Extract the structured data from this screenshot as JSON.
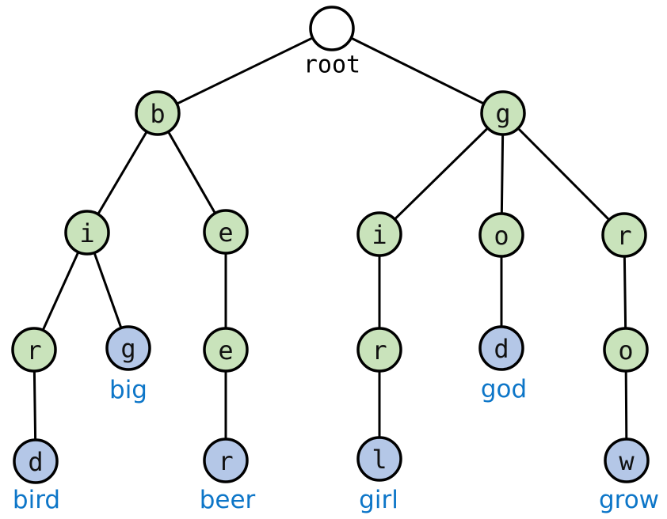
{
  "diagram": {
    "kind": "trie-prefix-tree",
    "words_depicted": [
      "big",
      "bird",
      "beer",
      "girl",
      "god",
      "grow"
    ],
    "structure": {
      "edges": [
        [
          "root",
          "b"
        ],
        [
          "root",
          "g"
        ],
        [
          "b",
          "b_i"
        ],
        [
          "b",
          "b_e"
        ],
        [
          "b_i",
          "b_i_r"
        ],
        [
          "b_i",
          "b_i_g"
        ],
        [
          "b_e",
          "b_e_e"
        ],
        [
          "b_i_r",
          "b_i_r_d"
        ],
        [
          "b_e_e",
          "b_e_e_r"
        ],
        [
          "g",
          "g_i"
        ],
        [
          "g",
          "g_o"
        ],
        [
          "g",
          "g_r"
        ],
        [
          "g_i",
          "g_i_r"
        ],
        [
          "g_o",
          "g_o_d"
        ],
        [
          "g_r",
          "g_r_o"
        ],
        [
          "g_i_r",
          "g_i_r_l"
        ],
        [
          "g_r_o",
          "g_r_o_w"
        ]
      ]
    }
  },
  "root_caption": "root",
  "nodes": {
    "b": "b",
    "g": "g",
    "b_i": "i",
    "b_e": "e",
    "g_i": "i",
    "g_o": "o",
    "g_r": "r",
    "b_i_r": "r",
    "b_i_g": "g",
    "b_e_e": "e",
    "g_i_r": "r",
    "g_o_d": "d",
    "g_r_o": "o",
    "b_i_r_d": "d",
    "b_e_e_r": "r",
    "g_i_r_l": "l",
    "g_r_o_w": "w"
  },
  "words": {
    "big": "big",
    "bird": "bird",
    "beer": "beer",
    "girl": "girl",
    "god": "god",
    "grow": "grow"
  },
  "colors": {
    "node_green": "#c9e3bb",
    "node_blue": "#b4c7e7",
    "root_fill": "#ffffff",
    "edge": "#000000",
    "word_text": "#0d76c8"
  }
}
